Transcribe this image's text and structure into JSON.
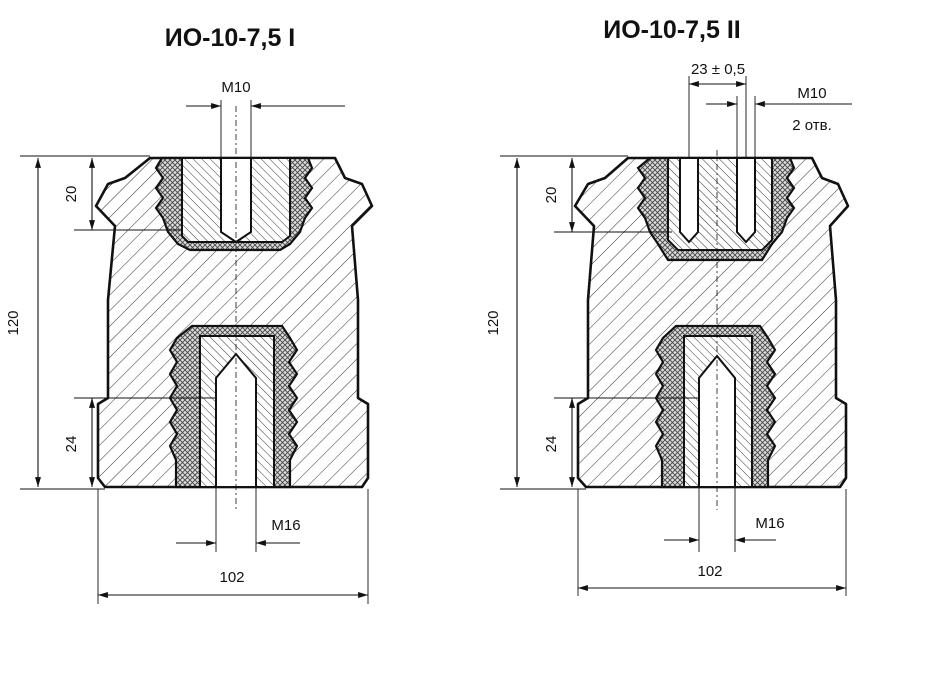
{
  "left": {
    "title": "ИО-10-7,5 I",
    "top_thread": "М10",
    "bottom_thread": "М16",
    "height": "120",
    "top_depth": "20",
    "bottom_depth": "24",
    "width": "102"
  },
  "right": {
    "title": "ИО-10-7,5 II",
    "spacing": "23 ± 0,5",
    "top_thread": "М10",
    "holes": "2 отв.",
    "bottom_thread": "М16",
    "height": "120",
    "top_depth": "20",
    "bottom_depth": "24",
    "width": "102"
  }
}
